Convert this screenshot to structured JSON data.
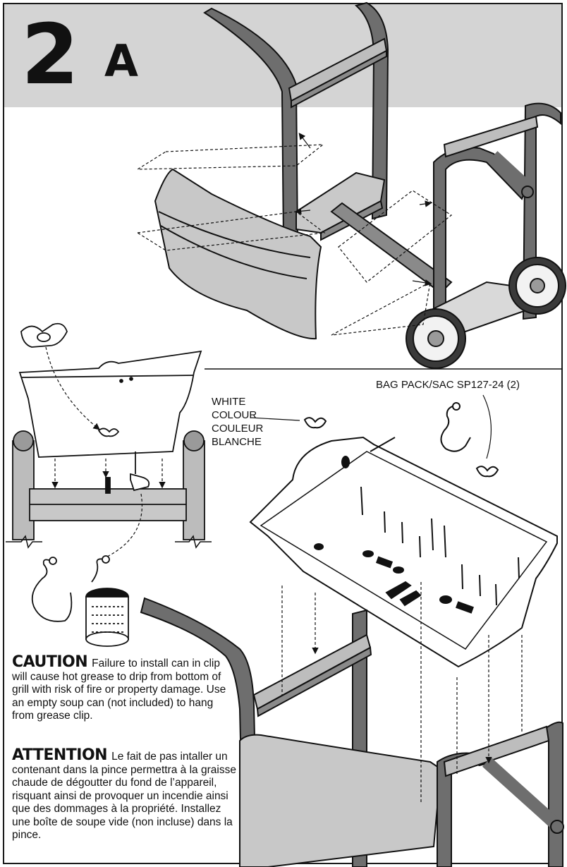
{
  "step": {
    "number": "2",
    "letter": "A"
  },
  "labels": {
    "white_colour": [
      "WHITE",
      "COLOUR",
      "COULEUR",
      "BLANCHE"
    ],
    "bag_pack": "BAG PACK/SAC SP127-24 (2)"
  },
  "warnings": {
    "caution": {
      "heading": "CAUTION",
      "text": "Failure to install can in clip will cause hot grease to drip from bottom of grill with risk of fire or property damage. Use an empty soup can (not included) to hang from grease clip."
    },
    "attention": {
      "heading": "ATTENTION",
      "text": "Le fait de pas intaller un contenant dans la pince permettra à la graisse chaude de dégoutter du fond de l’appareil, risquant ainsi de provoquer un incendie ainsi que des dommages à la propriété. Installez une boîte de soupe vide (non incluse) dans la pince."
    }
  },
  "colors": {
    "banner": "#d4d4d4",
    "frame": "#6e6e6e",
    "panel": "#c8c8c8",
    "ink": "#111111"
  }
}
